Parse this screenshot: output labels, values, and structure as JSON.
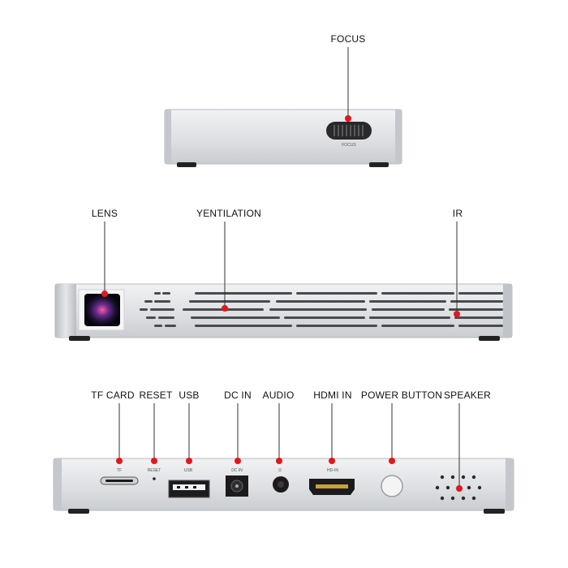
{
  "views": {
    "top": {
      "focus_label": "FOCUS",
      "focus_wheel_text": "FOCUS"
    },
    "front": {
      "lens_label": "LENS",
      "ventilation_label": "YENTILATION",
      "ir_label": "IR"
    },
    "rear": {
      "labels": {
        "tf_card": "TF CARD",
        "reset": "RESET",
        "usb": "USB",
        "dc_in": "DC IN",
        "audio": "AUDIO",
        "hdmi_in": "HDMI IN",
        "power_button": "POWER BUTTON",
        "speaker": "SPEAKER"
      },
      "port_markings": {
        "tf": "TF",
        "reset": "RESET",
        "usb": "USB",
        "dc_in": "DC IN",
        "audio": "Ω",
        "hd_in": "HD-IN"
      }
    }
  },
  "colors": {
    "body": "#dfe1e4",
    "callout_dot": "#e3161b",
    "line": "#333333"
  }
}
